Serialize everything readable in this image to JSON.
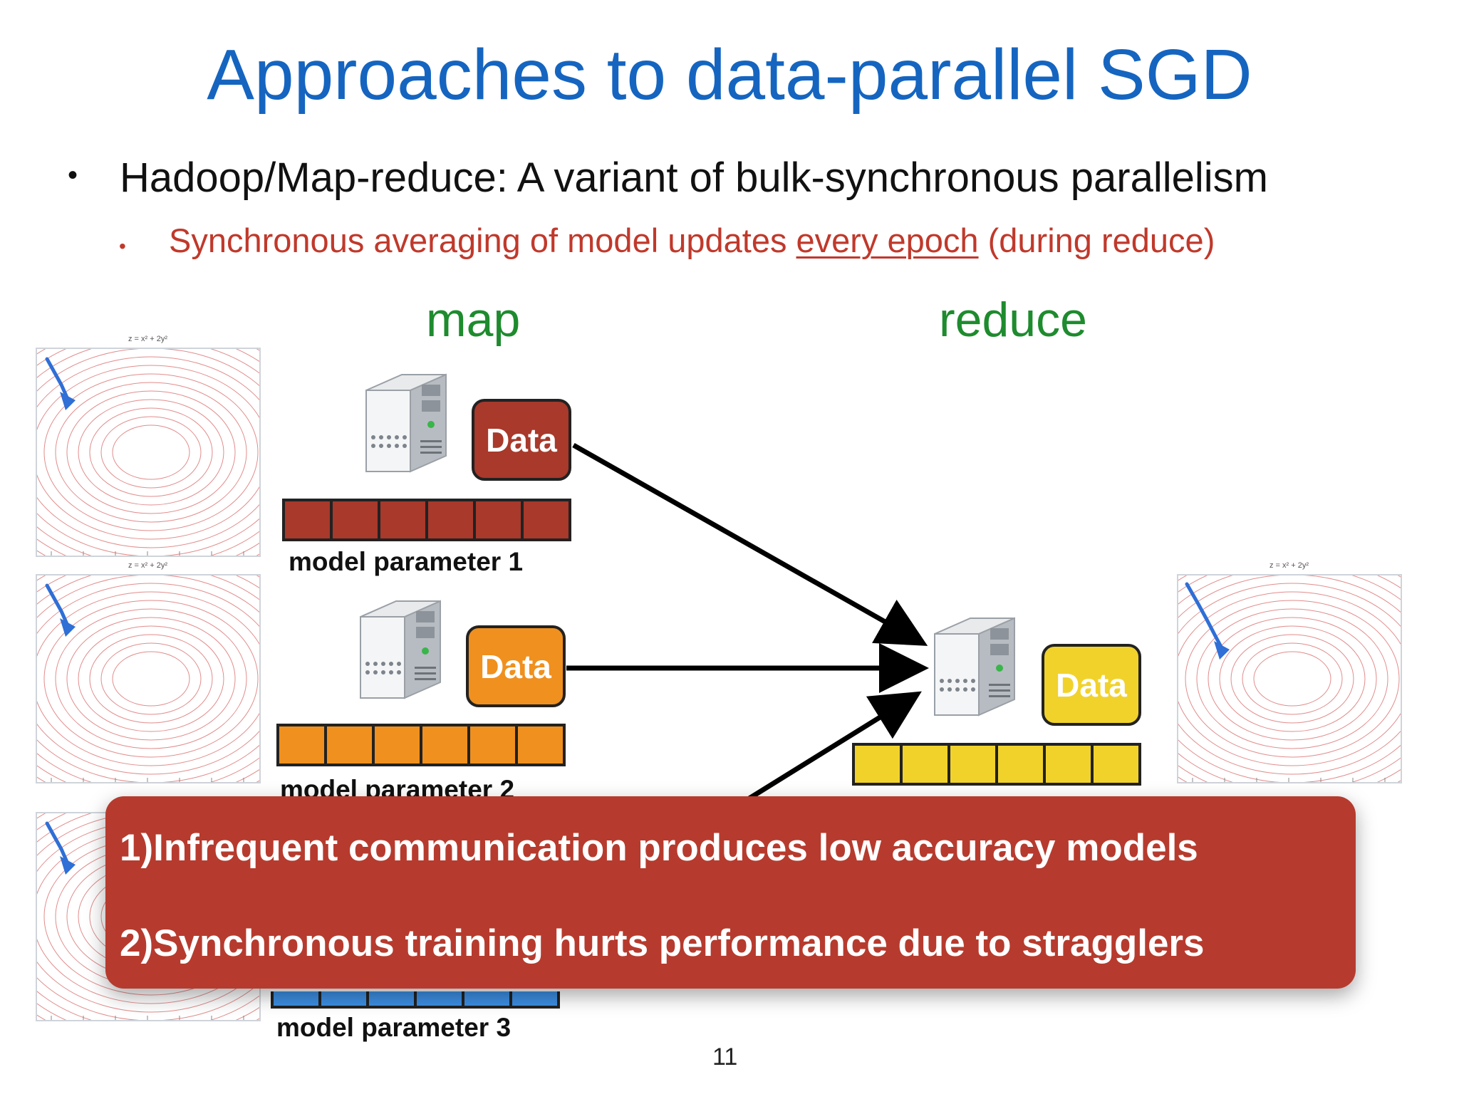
{
  "slide": {
    "title": "Approaches to data-parallel SGD",
    "bullet_main": "Hadoop/Map-reduce: A variant of bulk-synchronous parallelism",
    "bullet_sub_before": "Synchronous averaging of model updates ",
    "bullet_sub_underlined": "every epoch",
    "bullet_sub_after": " (during reduce)",
    "bullet_glyph": "•",
    "page_number": "11"
  },
  "diagram": {
    "map_label": "map",
    "reduce_label": "reduce",
    "data_label": "Data",
    "workers": [
      {
        "param_label": "model parameter 1",
        "color": "#a8392b"
      },
      {
        "param_label": "model parameter 2",
        "color": "#f0901e"
      },
      {
        "param_label": "model parameter 3",
        "color": "#3d8fe3"
      }
    ],
    "reducer": {
      "color": "#f1d22b",
      "param_cells": 6
    },
    "param_cells": 6,
    "plot_title": "z = x² + 2y²"
  },
  "callout": {
    "line1": "1)Infrequent communication produces low accuracy models",
    "line2": "2)Synchronous training hurts performance due to stragglers"
  },
  "colors": {
    "title": "#1565c0",
    "sub_bullet": "#c0392b",
    "phase_label": "#1e8b2e",
    "callout_bg": "#b63b2e"
  }
}
